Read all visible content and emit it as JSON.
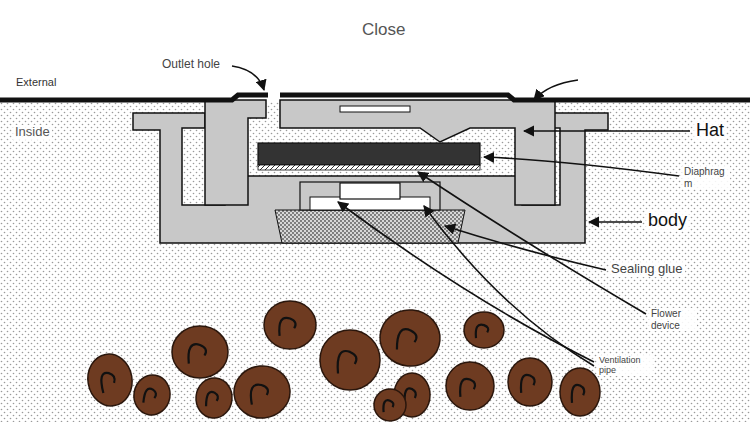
{
  "diagram": {
    "title": "Close",
    "labels": [
      "External",
      "Inside",
      "Outlet hole",
      "Hat",
      "Diaphrag m",
      "body",
      "Sealing glue",
      "Flower device",
      "Ventilation pipe"
    ]
  }
}
